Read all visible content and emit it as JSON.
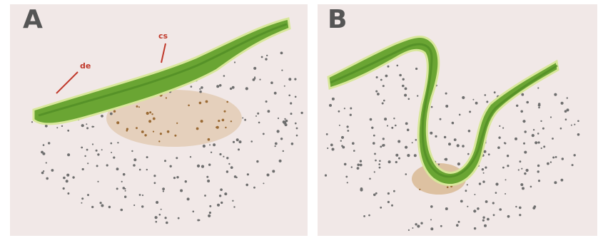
{
  "panels": [
    {
      "letter": "A",
      "labels": {
        "left": "de",
        "top": "cs"
      }
    },
    {
      "letter": "B"
    }
  ],
  "colors": {
    "background": "#f1e8e7",
    "epithelium": "#6aa533",
    "epithelium_dark": "#4e8a24",
    "epithelium_edge": "#d8e79a",
    "mesenchyme": "#6e6e6e",
    "condensation": "#b07a3a",
    "callout": "#c0392b"
  }
}
